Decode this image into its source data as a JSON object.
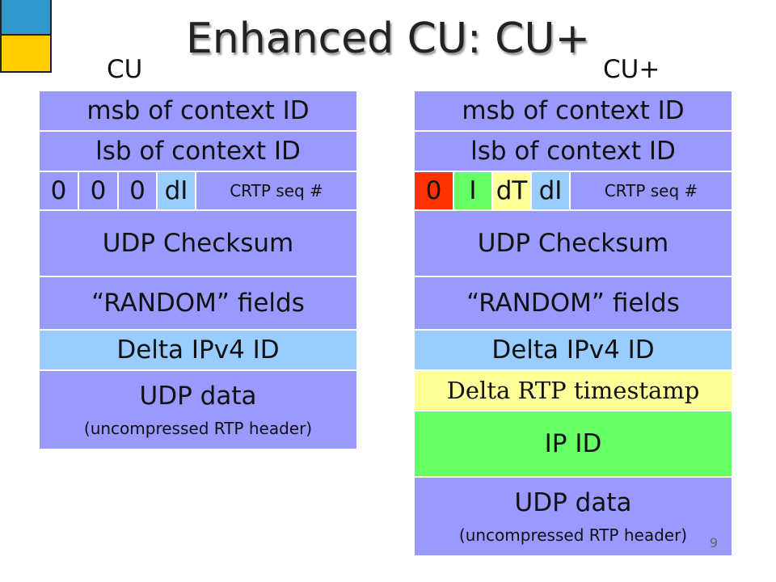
{
  "title": "Enhanced CU: CU+",
  "colors": {
    "periwinkle": "#9999ff",
    "light_blue": "#99ccff",
    "red": "#ff3300",
    "green": "#66ff66",
    "pale_yellow": "#ffff99",
    "deco_blue": "#3399cc",
    "deco_yellow": "#ffcc00"
  },
  "cu": {
    "label": "CU",
    "msb": "msb of context ID",
    "lsb": "lsb of context ID",
    "bits": [
      "0",
      "0",
      "0",
      "dI"
    ],
    "seq": "CRTP seq #",
    "checksum": "UDP Checksum",
    "random": "“RANDOM” fields",
    "delta_ipv4": "Delta IPv4 ID",
    "udp_data": "UDP data",
    "udp_data_sub": "(uncompressed RTP header)"
  },
  "cuplus": {
    "label": "CU+",
    "msb": "msb of context ID",
    "lsb": "lsb of context ID",
    "bits": [
      "0",
      "I",
      "dT",
      "dI"
    ],
    "seq": "CRTP seq #",
    "checksum": "UDP Checksum",
    "random": "“RANDOM” fields",
    "delta_ipv4": "Delta IPv4 ID",
    "delta_rtp": "Delta RTP timestamp",
    "ip_id": "IP ID",
    "udp_data": "UDP data",
    "udp_data_sub": "(uncompressed RTP header)"
  },
  "page_number": "9"
}
